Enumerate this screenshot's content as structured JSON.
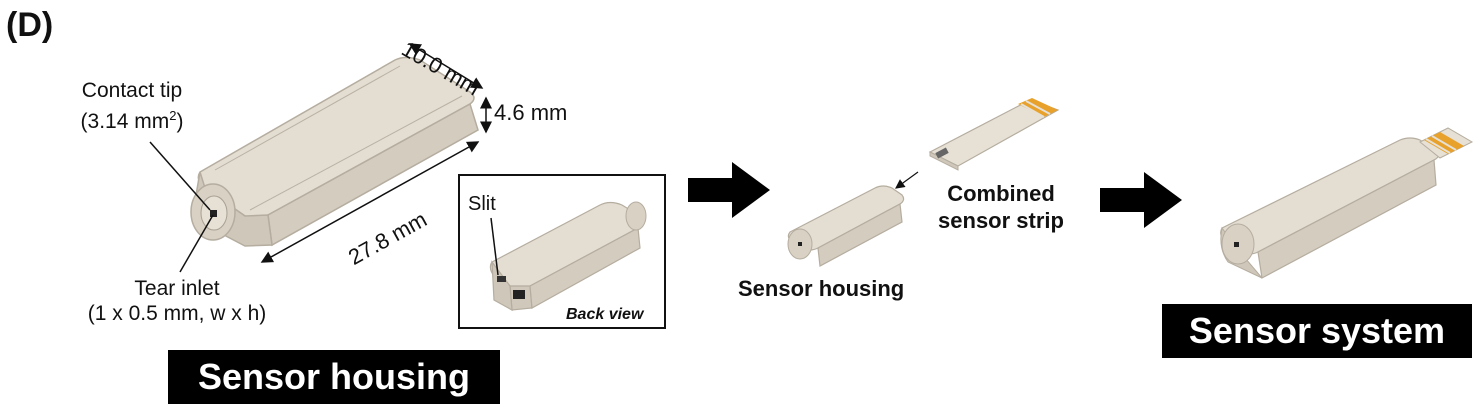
{
  "panel_label": "(D)",
  "dimensions": {
    "width": "10.0 mm",
    "height": "4.6 mm",
    "length": "27.8 mm"
  },
  "contact_tip": {
    "line1": "Contact tip",
    "line2_prefix": "(3.14 mm",
    "line2_sup": "2",
    "line2_suffix": ")"
  },
  "tear_inlet": {
    "line1": "Tear inlet",
    "line2": "(1 x 0.5 mm, w x h)"
  },
  "back_view": {
    "slit": "Slit",
    "caption": "Back view"
  },
  "assembly": {
    "strip_line1": "Combined",
    "strip_line2": "sensor strip",
    "housing": "Sensor housing"
  },
  "banners": {
    "housing": "Sensor housing",
    "system": "Sensor system"
  },
  "colors": {
    "housing_fill": "#dcd6cb",
    "housing_shade": "#c9c2b5",
    "contacts": "#e8a12a",
    "banner_bg": "#000000"
  }
}
